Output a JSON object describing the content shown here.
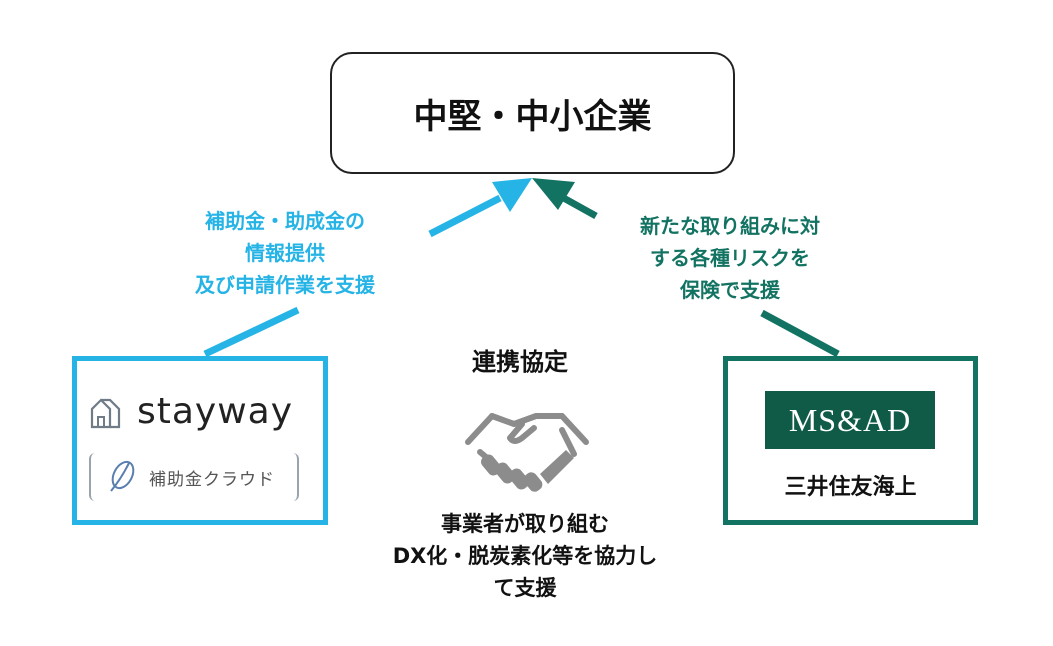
{
  "top_node": {
    "label": "中堅・中小企業"
  },
  "left_caption": "補助金・助成金の\n情報提供\n及び申請作業を支援",
  "right_caption": "新たな取り組みに対\nする各種リスクを\n保険で支援",
  "left_partner": {
    "logo_text": "stayway",
    "service_text": "補助金クラウド"
  },
  "right_partner": {
    "logo_text": "MS&AD",
    "name": "三井住友海上"
  },
  "center": {
    "title": "連携協定",
    "description": "事業者が取り組む\nDX化・脱炭素化等を協力し\nて支援"
  },
  "colors": {
    "left_accent": "#26b3e6",
    "right_accent": "#137362",
    "msad_bg": "#0f5b48",
    "handshake": "#8c8c8c"
  },
  "icons": [
    "house-icon",
    "hojokin-logo-icon",
    "handshake-icon",
    "arrow-up-right-icon",
    "arrow-up-left-icon"
  ]
}
